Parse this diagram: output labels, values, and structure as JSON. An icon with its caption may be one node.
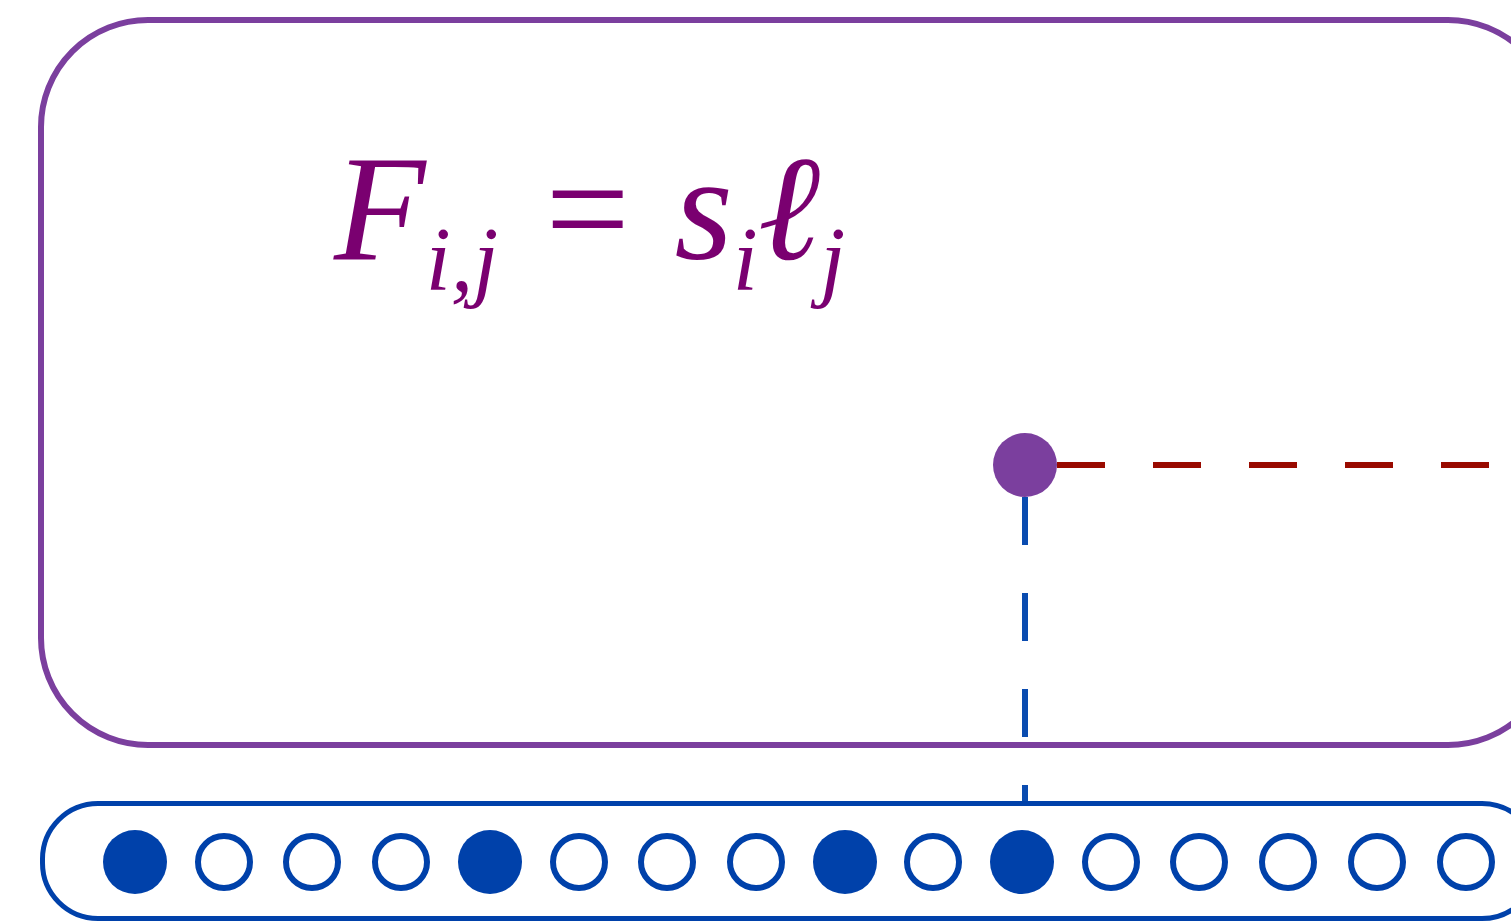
{
  "diagram": {
    "nodes": [
      {
        "text": [
          "F$_{i,j}$ = s$_{i}$ℓ$_{j}$"
        ]
      },
      {
        "text": [],
        "shape": "circle",
        "in": 0
      },
      {
        "text": [],
        "shape": "bar"
      },
      {
        "text": [],
        "shape": "circle",
        "in": 2
      },
      {
        "text": [],
        "shape": "circle",
        "in": 2
      },
      {
        "text": [],
        "shape": "circle",
        "in": 2
      },
      {
        "text": [],
        "shape": "circle",
        "in": 2
      },
      {
        "text": [],
        "shape": "circle",
        "in": 2
      },
      {
        "text": [],
        "shape": "circle",
        "in": 2
      },
      {
        "text": [],
        "shape": "circle",
        "in": 2
      },
      {
        "text": [],
        "shape": "circle",
        "in": 2
      },
      {
        "text": [],
        "shape": "circle",
        "in": 2
      },
      {
        "text": [],
        "shape": "circle",
        "in": 2
      },
      {
        "text": [],
        "shape": "circle",
        "in": 2
      },
      {
        "text": [],
        "shape": "circle",
        "in": 2
      },
      {
        "text": [],
        "shape": "circle",
        "in": 2
      },
      {
        "text": [],
        "shape": "circle",
        "in": 2
      },
      {
        "text": [],
        "shape": "circle",
        "in": 2
      },
      {
        "text": [],
        "shape": "circle",
        "in": 2
      }
    ],
    "edges": [
      {
        "from": 1,
        "to": 2,
        "arrow": "none",
        "style": "dashed",
        "color": "#0a4cb0"
      },
      {
        "from": 1,
        "to": null,
        "arrow": "none",
        "style": "dashed",
        "color": "#990a00"
      }
    ]
  }
}
